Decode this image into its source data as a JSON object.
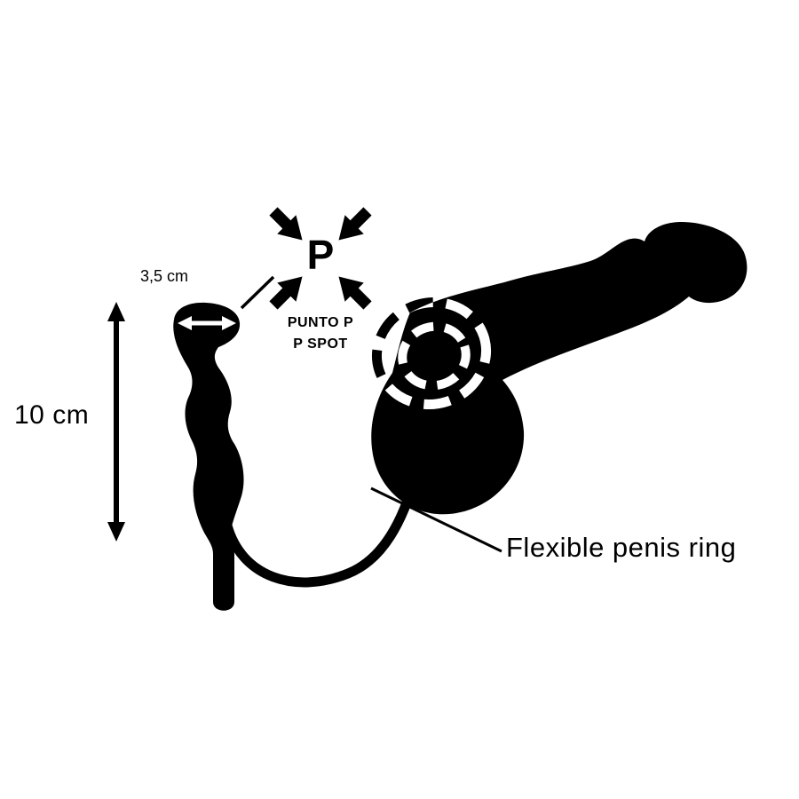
{
  "figure": {
    "type": "product-dimension-diagram",
    "labels": {
      "height_dimension": "10 cm",
      "head_dimension": "3,5 cm",
      "p_letter": "P",
      "p_spot_line1": "PUNTO P",
      "p_spot_line2": "P SPOT",
      "ring_label": "Flexible penis ring"
    },
    "icons": [
      "p-spot-target-icon",
      "height-dimension-arrow-icon",
      "width-dimension-arrow-icon"
    ],
    "colors": {
      "silhouette": "#000000",
      "background": "#ffffff",
      "dimension_arrow_on_dark": "#ffffff"
    }
  }
}
